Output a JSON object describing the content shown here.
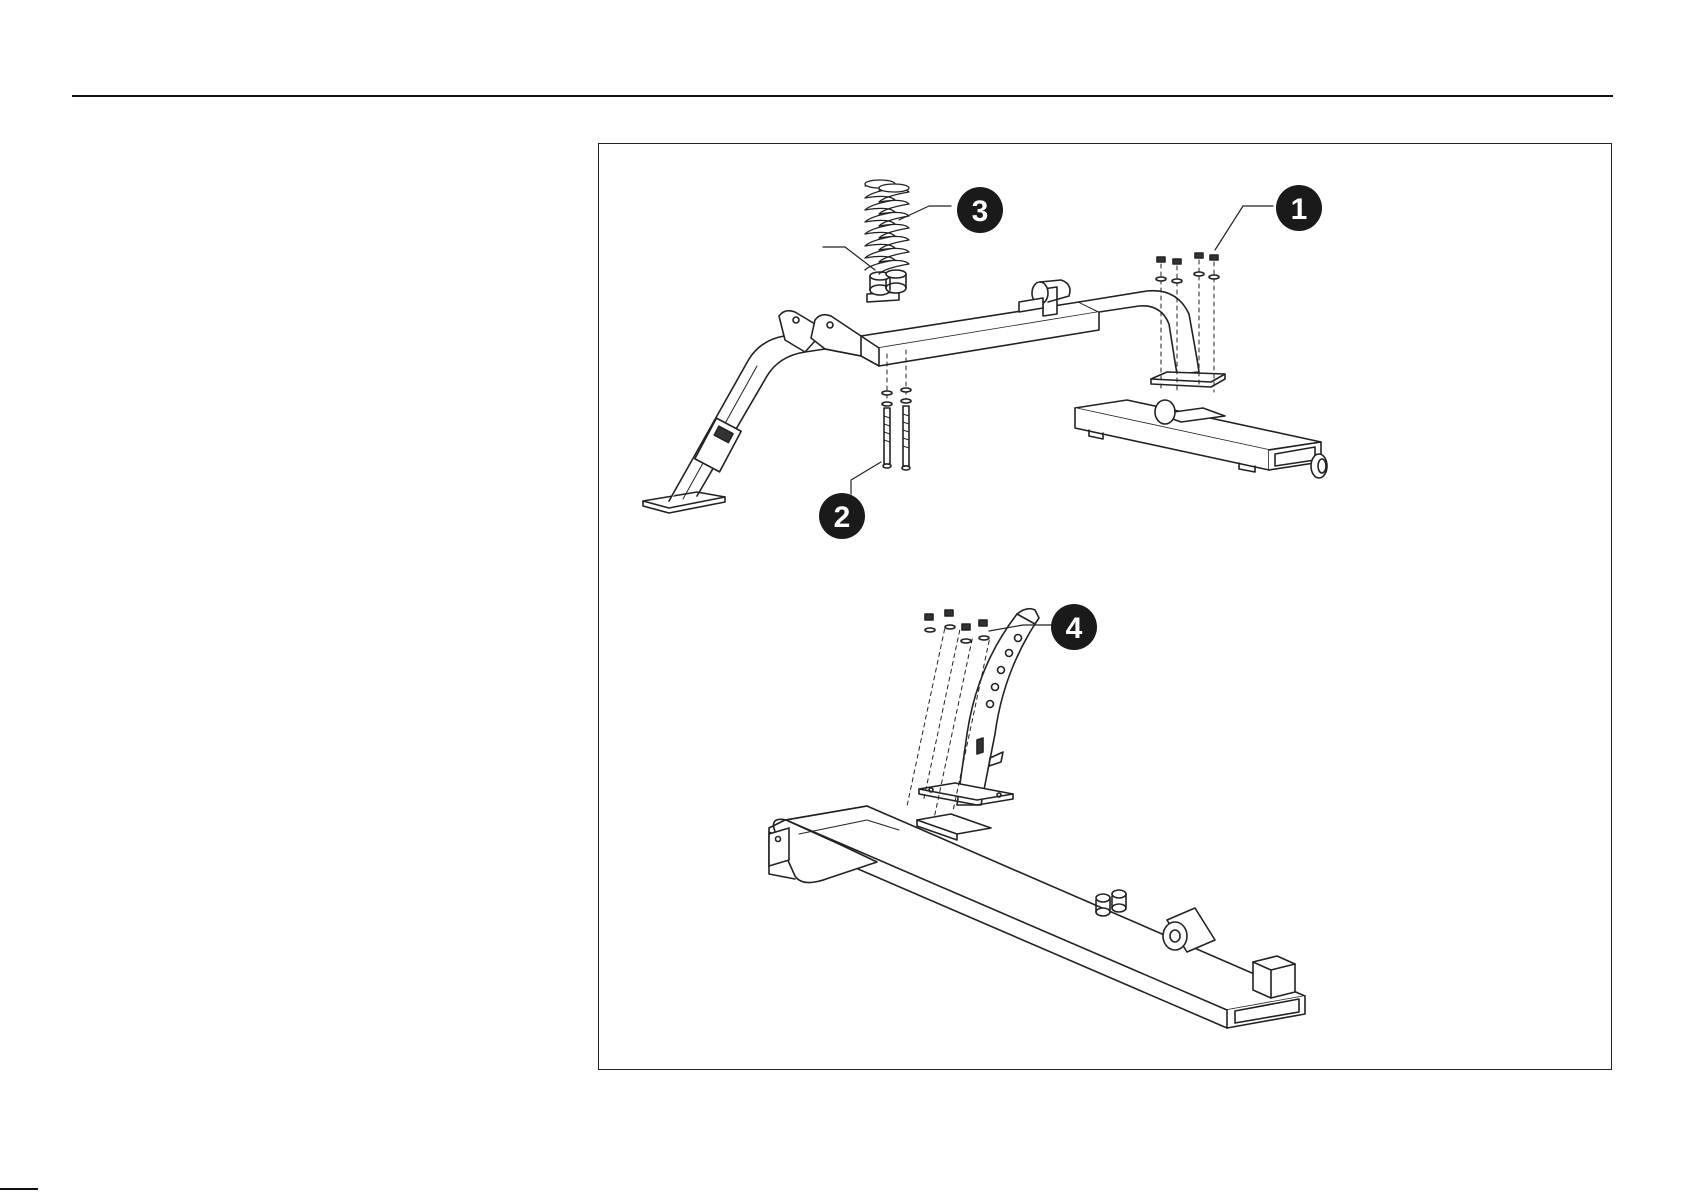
{
  "figure": {
    "callouts": [
      {
        "id": "callout-1",
        "label": "1"
      },
      {
        "id": "callout-2",
        "label": "2"
      },
      {
        "id": "callout-3",
        "label": "3"
      },
      {
        "id": "callout-4",
        "label": "4"
      }
    ]
  },
  "colors": {
    "line": "#222222",
    "callout_fill": "#1a1a1a",
    "background": "#ffffff"
  }
}
